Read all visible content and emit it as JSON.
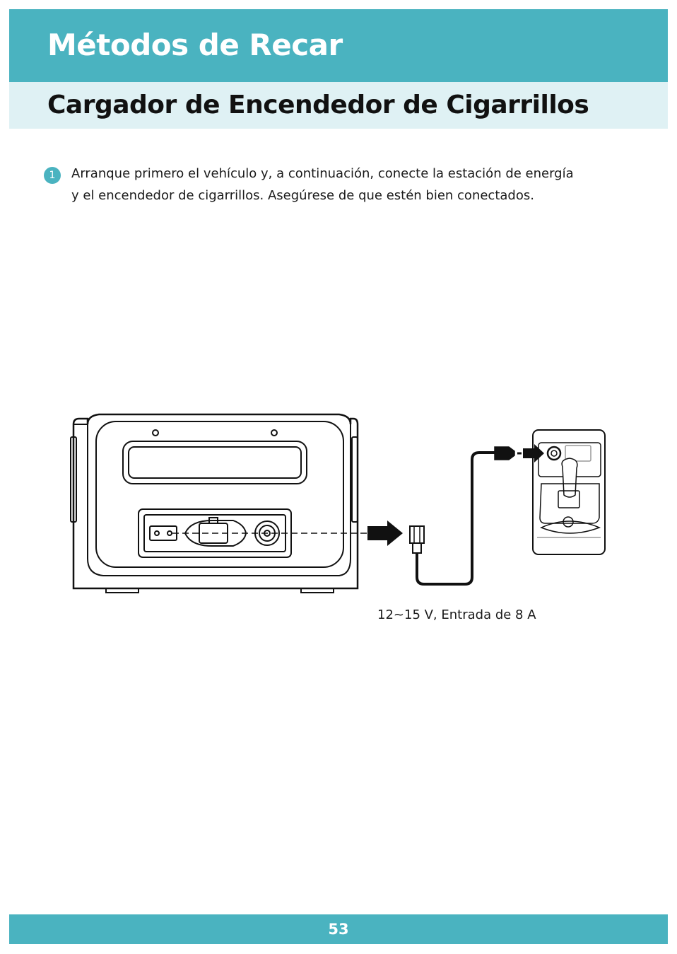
{
  "header": {
    "title": "Métodos de Recar",
    "subtitle": "Cargador de Encendedor de Cigarrillos"
  },
  "step": {
    "number": "1",
    "line1": "Arranque primero el vehículo y, a continuación, conecte la estación de energía",
    "line2": "y el encendedor de cigarrillos. Asegúrese de que estén bien conectados."
  },
  "illustration": {
    "caption": "12~15 V, Entrada de 8 A"
  },
  "footer": {
    "page_number": "53"
  },
  "colors": {
    "accent": "#4ab3c0",
    "accent_light": "#dff1f4"
  }
}
